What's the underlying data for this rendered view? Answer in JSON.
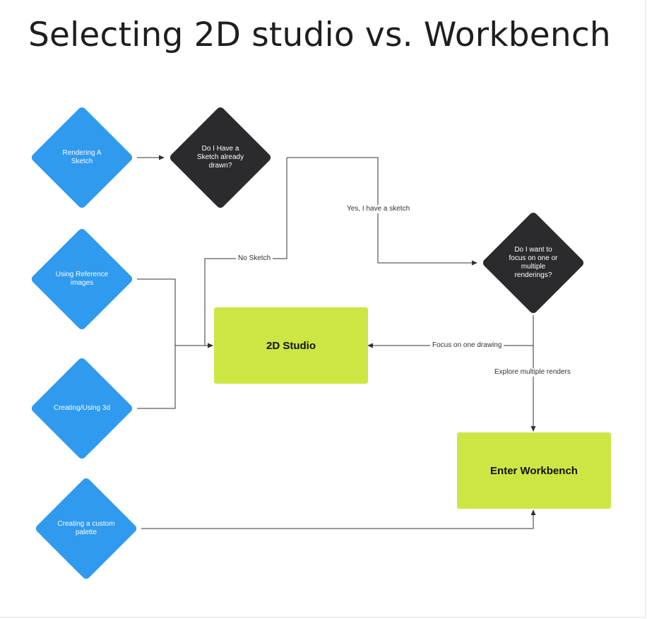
{
  "title": "Selecting 2D studio vs. Workbench",
  "nodes": {
    "rendering_sketch": "Rendering A Sketch",
    "reference_images": "Using Reference images",
    "creating_3d": "Creating/Using 3d",
    "custom_palette": "Creating a custom palette",
    "have_sketch_question": "Do I Have a Sketch already drawn?",
    "focus_question": "Do I want to focus on one or multiple renderings?",
    "studio_2d": "2D Studio",
    "workbench": "Enter Workbench"
  },
  "edges": {
    "yes_sketch": "Yes, I have a sketch",
    "no_sketch": "No Sketch",
    "focus_one": "Focus on one drawing",
    "explore_multiple": "Explore multiple renders"
  },
  "colors": {
    "input_diamond": "#2f9aee",
    "decision_diamond": "#2b2b2d",
    "outcome_box": "#cde644",
    "connector": "#333333"
  }
}
